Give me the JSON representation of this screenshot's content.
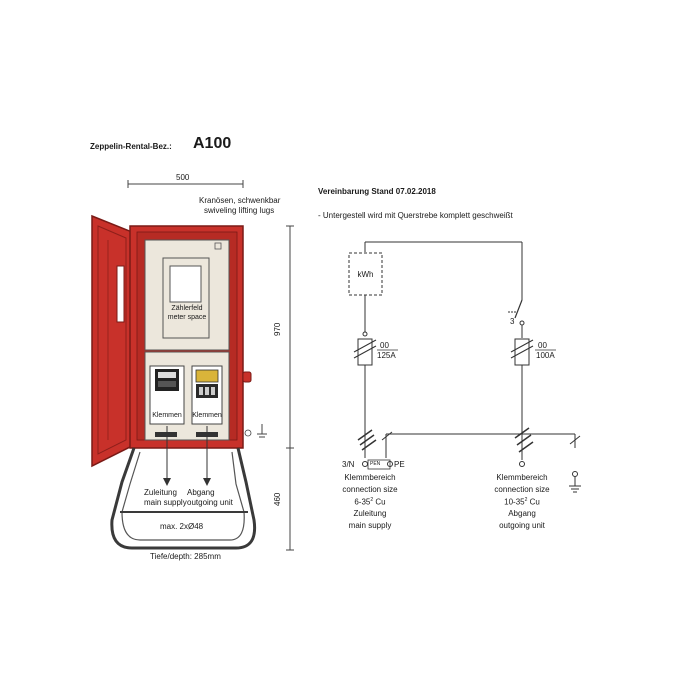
{
  "header": {
    "label": "Zeppelin-Rental-Bez.:",
    "model": "A100"
  },
  "dimensions": {
    "width": "500",
    "height_cabinet": "970",
    "height_stand": "460",
    "depth": "Tiefe/depth: 285mm",
    "cable_gland": "max. 2xØ48"
  },
  "annotations": {
    "lugs_de": "Kranösen, schwenkbar",
    "lugs_en": "swiveling  lifting  lugs",
    "meter_de": "Zählerfeld",
    "meter_en": "meter space",
    "terminals_left": "Klemmen",
    "terminals_right": "Klemmen",
    "supply_de": "Zuleitung",
    "supply_en": "main supply",
    "outgoing_de": "Abgang",
    "outgoing_en": "outgoing unit"
  },
  "schematic": {
    "agreement_title": "Vereinbarung Stand 07.02.2018",
    "note": "- Untergestell wird mit Querstrebe komplett geschweißt",
    "kwh": "kWh",
    "fuse_left_poles": "00",
    "fuse_left_rating": "125A",
    "fuse_right_poles": "00",
    "fuse_right_rating": "100A",
    "switch_label": "3",
    "terminal_left": "3/N",
    "pen": "PEN",
    "pe": "PE",
    "left_block": {
      "line1": "Klemmbereich",
      "line2": "connection size",
      "line3": "6-35",
      "unit": "Cu",
      "line4": "Zuleitung",
      "line5": "main supply"
    },
    "right_block": {
      "line1": "Klemmbereich",
      "line2": "connection size",
      "line3": "10-35",
      "unit": "Cu",
      "line4": "Abgang",
      "line5": "outgoing unit"
    }
  },
  "colors": {
    "cabinet_red": "#c8312a",
    "cabinet_dark": "#8e1f1a",
    "panel_beige": "#ece7dc",
    "line": "#333333"
  }
}
